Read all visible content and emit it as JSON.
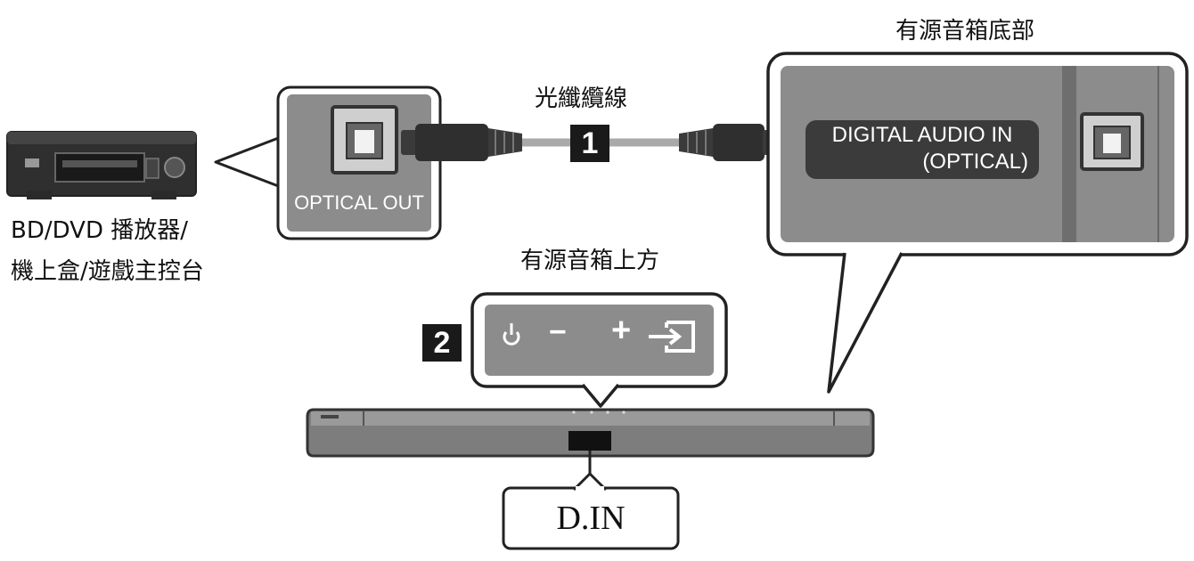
{
  "device": {
    "label_line1": "BD/DVD 播放器/",
    "label_line2": "機上盒/遊戲主控台"
  },
  "optical_out_port": {
    "label": "OPTICAL OUT"
  },
  "cable": {
    "label": "光纖纜線",
    "step_number": "1"
  },
  "soundbar_bottom": {
    "title": "有源音箱底部",
    "port_label_line1": "DIGITAL AUDIO IN",
    "port_label_line2": "(OPTICAL)"
  },
  "soundbar_top": {
    "title": "有源音箱上方",
    "step_number": "2",
    "plus_symbol": "+",
    "minus_symbol": "−"
  },
  "input_display": {
    "label": "D.IN"
  },
  "icons": [
    "power-icon",
    "volume-down-icon",
    "volume-up-icon",
    "source-input-icon",
    "optical-port-icon"
  ],
  "colors": {
    "panel_gray": "#8c8c8c",
    "dark_gray": "#3a3a3a",
    "cable_gray": "#a9a9a9",
    "black": "#111111"
  }
}
